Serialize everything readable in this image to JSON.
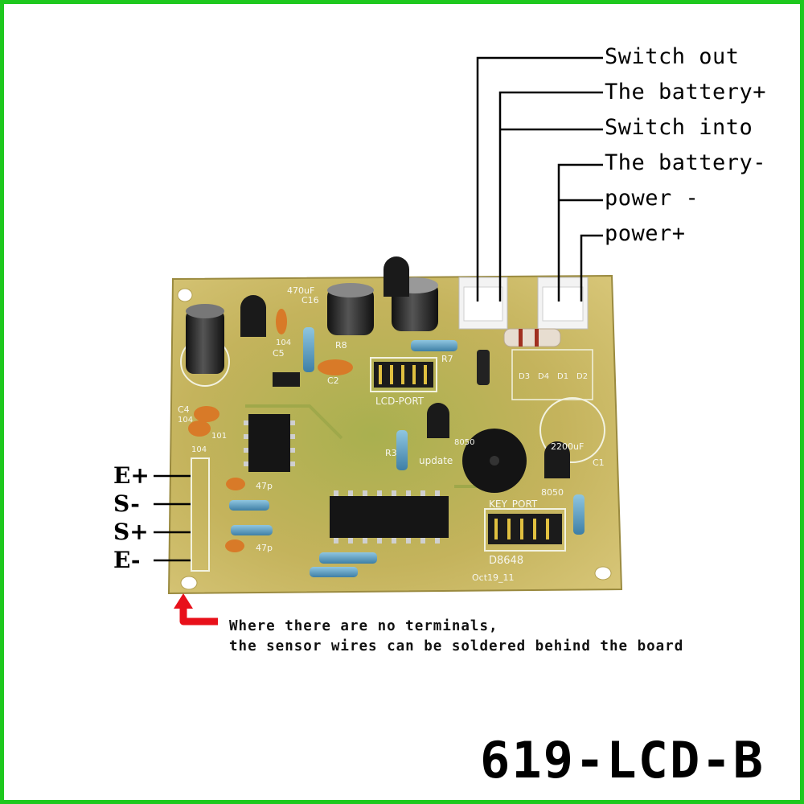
{
  "labels_right": [
    "Switch out",
    "The battery+",
    "Switch into",
    "The battery-",
    "power -",
    "power+"
  ],
  "labels_left": [
    "E+",
    "S-",
    "S+",
    "E-"
  ],
  "note": {
    "line1": "Where there are no terminals,",
    "line2": "the sensor wires can be soldered behind the board"
  },
  "model": "619-LCD-B",
  "board_text": {
    "lcd_port": "LCD-PORT",
    "key_port": "KEY_PORT",
    "chip": "D8648",
    "date": "Oct19_11",
    "update": "update",
    "r3": "R3",
    "r7": "R7",
    "r8": "R8",
    "c1": "C1",
    "c2": "C2",
    "c5": "C5",
    "c4": "C4",
    "c16": "C16",
    "cap_470": "470uF",
    "cap_2200": "2200uF",
    "t8050": "8050",
    "t8050b": "8050",
    "code104": "104",
    "code104b": "104",
    "code104c": "104",
    "code101": "101",
    "p47a": "47p",
    "p47b": "47p",
    "d3": "D3",
    "d4": "D4",
    "d1": "D1",
    "d2": "D2"
  },
  "colors": {
    "border": "#1ec81e",
    "arrow": "#e8101a",
    "pcb": "#c9b45a"
  }
}
